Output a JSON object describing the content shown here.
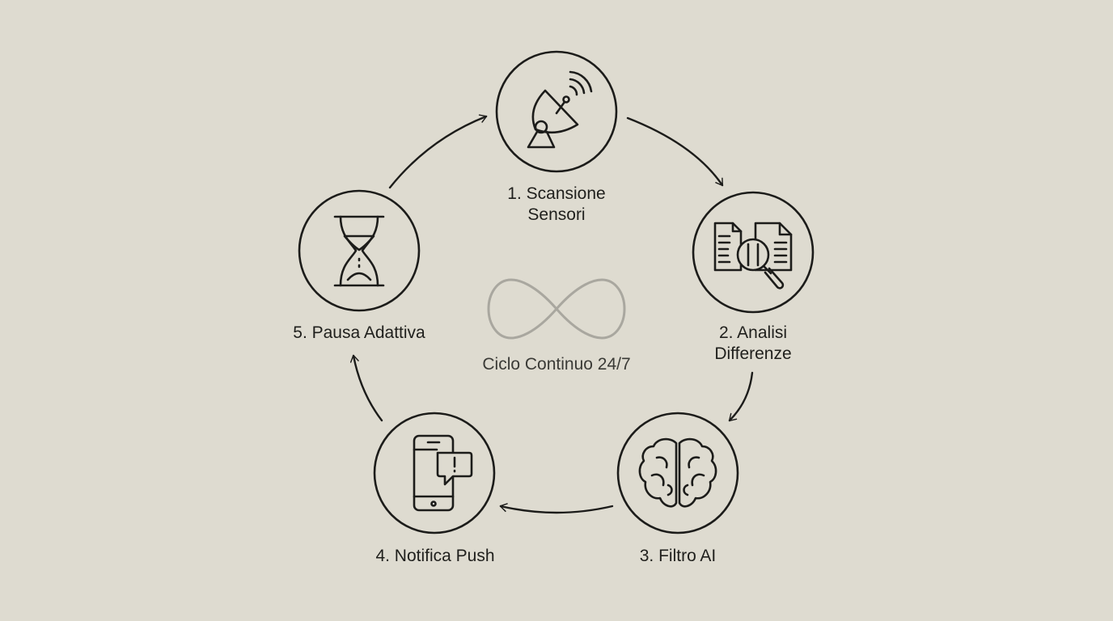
{
  "center": {
    "label": "Ciclo Continuo 24/7",
    "icon": "infinity-icon"
  },
  "steps": [
    {
      "line1": "1. Scansione",
      "line2": "Sensori",
      "icon": "satellite-dish-icon"
    },
    {
      "line1": "2. Analisi",
      "line2": "Differenze",
      "icon": "document-compare-magnifier-icon"
    },
    {
      "line1": "3. Filtro AI",
      "icon": "brain-icon"
    },
    {
      "line1": "4. Notifica Push",
      "icon": "smartphone-alert-icon"
    },
    {
      "line1": "5. Pausa Adattiva",
      "icon": "hourglass-icon"
    }
  ],
  "colors": {
    "background": "#dedbd0",
    "stroke": "#1c1c1a",
    "infinity": "#a9a79f"
  }
}
